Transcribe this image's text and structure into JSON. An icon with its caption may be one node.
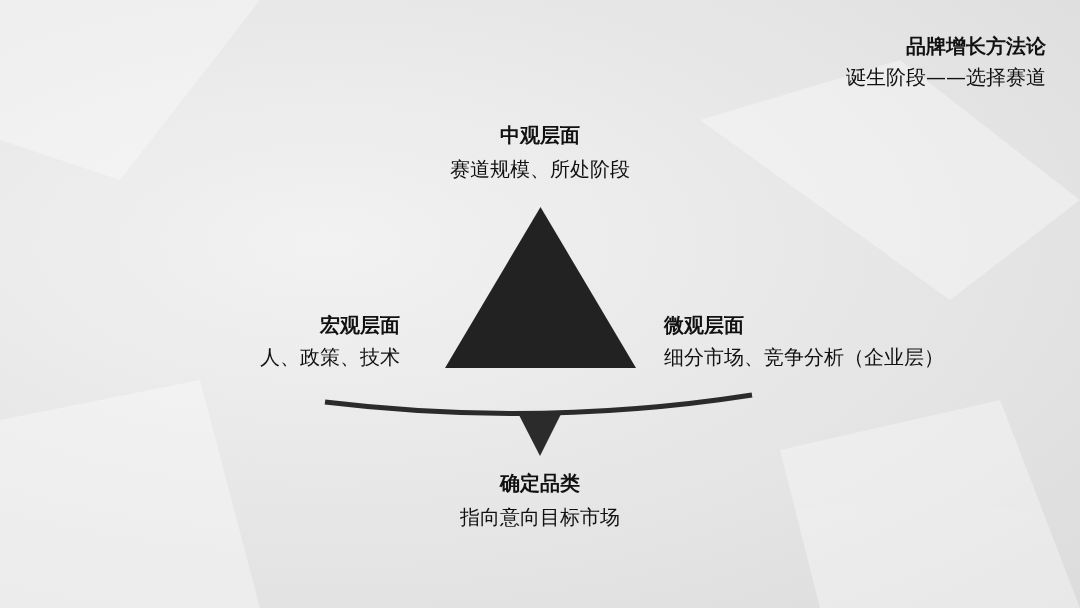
{
  "diagram": {
    "title": "品牌增长方法论",
    "nodes": [
      {
        "text": [],
        "shape": "triangle"
      }
    ],
    "labels": [
      "诞生阶段——选择赛道",
      "中观层面",
      "赛道规模、所处阶段",
      "宏观层面",
      "人、政策、技术",
      "微观层面",
      "细分市场、竞争分析（企业层）",
      "确定品类",
      "指向意向目标市场"
    ]
  }
}
